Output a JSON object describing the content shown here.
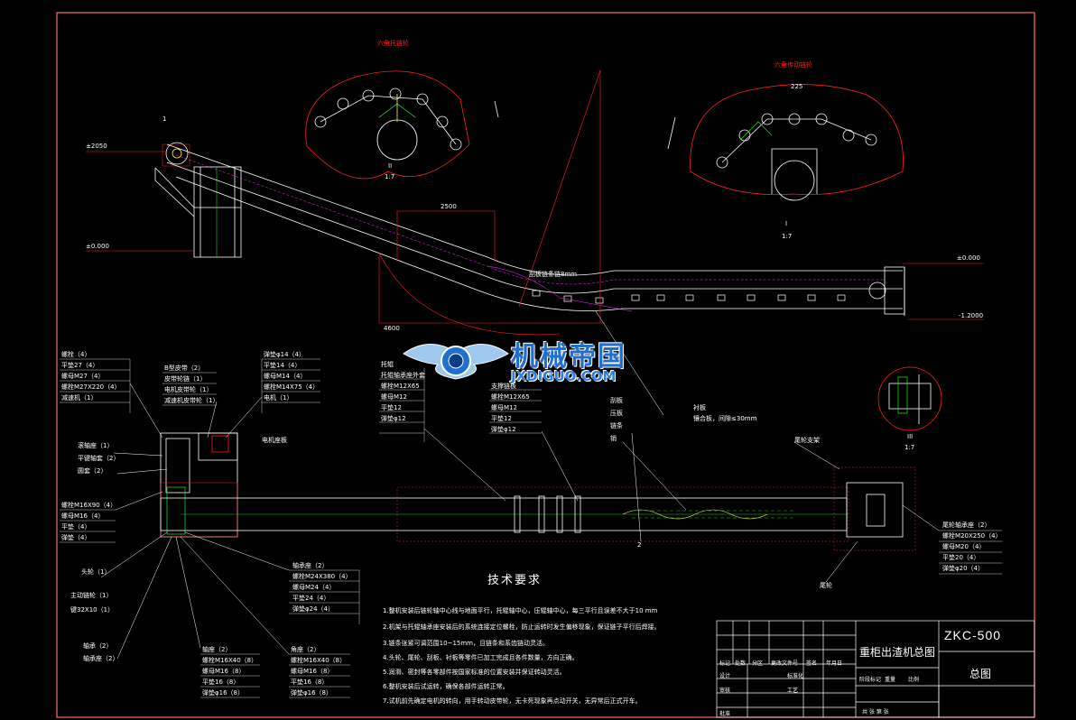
{
  "drawing": {
    "view_labels": {
      "detail_left": "六角托链轮",
      "detail_right": "六角传动链轮",
      "section_ii": "II",
      "section_ii_scale": "1:7",
      "section_i": "I",
      "section_i_scale": "1:7",
      "section_iii": "III",
      "section_iii_scale": "1:7",
      "callout_1": "1",
      "callout_2": "2"
    },
    "elevations": {
      "top_left": "±2050",
      "left_zero": "±0.000",
      "right_zero": "±0.000",
      "right_bottom": "-1.2000"
    },
    "dims": {
      "d_225": "225",
      "d_span": "2500",
      "d_bottom": "4600",
      "chain_label": "刮板链条链8mm",
      "lining": "衬板",
      "lining_note": "镶合板，间隙≤30mm"
    },
    "left_list_1": [
      "螺栓（4）",
      "平垫27（4）",
      "螺母M27（4）",
      "螺栓M27X220（4）",
      "减速机（1）"
    ],
    "left_list_2": [
      "B型皮带（2）",
      "皮带轮链（1）",
      "电机皮带轮（1）",
      "减速机皮带轮（1）"
    ],
    "left_list_3": [
      "弹垫φ14（4）",
      "平垫14（4）",
      "螺母M14（4）",
      "螺栓M14X75（4）",
      "电机（1）"
    ],
    "motor_mount": "电机座板",
    "left_list_4": [
      "滚轴座（1）",
      "平键轴套（2）",
      "圆套（2）"
    ],
    "left_list_5": [
      "螺栓M16X90（4）",
      "螺母M16（4）",
      "平垫（4）",
      "弹垫（4）"
    ],
    "left_list_6": [
      "头轮（1）",
      "主动链轮（1）",
      "键32X10（1）"
    ],
    "left_list_7": [
      "轴承（2）",
      "轴承座（2）"
    ],
    "mid_list_1": [
      "轴承座（2）",
      "螺栓M24X380（4）",
      "螺母M24（4）",
      "平垫24（4）",
      "弹垫φ24（4）"
    ],
    "mid_list_2": [
      "轴座（2）",
      "螺栓M16X40（8）",
      "螺母M16（8）",
      "平垫16（8）",
      "弹垫φ16（8）"
    ],
    "mid_list_3": [
      "角座（2）",
      "螺栓M16X40（8）",
      "螺母M16（8）",
      "平垫16（8）",
      "弹垫φ16（8）"
    ],
    "center_list": [
      "托辊",
      "托辊轴承座外套",
      "螺栓M12X65",
      "螺母M12",
      "平垫12",
      "弹垫φ12"
    ],
    "center_list_2": [
      "支撑链板",
      "螺栓M12X65",
      "螺母M12",
      "平垫12",
      "弹垫φ12"
    ],
    "center_list_3": [
      "刮板",
      "压板",
      "链条",
      "销"
    ],
    "right_list": [
      "尾轮轴承座（2）",
      "螺栓M20X250（4）",
      "螺母M20（4）",
      "平垫20（4）",
      "弹垫φ20（4）"
    ],
    "tail_label": "尾轮支架",
    "tail_label_2": "尾轮"
  },
  "notes": {
    "title": "技术要求",
    "items": [
      "1.整机安装后链轮轴中心线与地面平行，托辊轴中心，压辊轴中心，每三平行且误差不大于10 mm",
      "2.机架与托辊轴承座安装后的系统连接定位螺栓，防止运转时发生偏移现象，保证链子平行后焊接。",
      "3.链条张紧可调范围10~15mm，且链条和系齿链动灵活。",
      "4.头轮、尾轮、刮板、衬板等零件已加工完成且各件数量，方向正确。",
      "5.润滑、密封等各零部件按国家标准的位置安装并保证转动灵活。",
      "6.整机安装后试运转，确保各部件运转正常。",
      "7.试机前先确定电机的转向，用手转动皮带轮，无卡死现象再点动开关，无异常后正式开车。"
    ]
  },
  "title_block": {
    "drawing_no": "ZKC-500",
    "title": "重柜出渣机总图",
    "subtitle": "总图",
    "cells": [
      "标记",
      "处数",
      "分区",
      "更改文件号",
      "签名",
      "年月日",
      "设计",
      "标准化",
      "审核",
      "工艺",
      "批准",
      "阶段标记",
      "重量",
      "比例",
      "共 张 第 张"
    ]
  },
  "watermark": {
    "cn": "机械帝国",
    "en": "JXDIGUO.COM"
  },
  "colors": {
    "frame": "#ff2020",
    "line": "#ffffff",
    "accent": "#ffff40",
    "green": "#20d020",
    "magenta": "#ff30ff",
    "blue": "#1e6fd0"
  }
}
